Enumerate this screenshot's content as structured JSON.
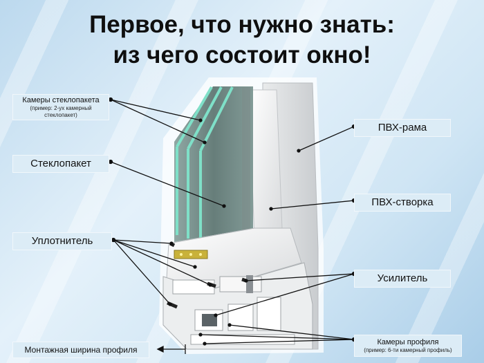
{
  "title": {
    "line1": "Первое, что нужно знать:",
    "line2": "из чего состоит окно!"
  },
  "labels": {
    "chambers_glass": {
      "main": "Камеры стеклопакета",
      "sub1": "(пример: 2-ух камерный",
      "sub2": "стеклопакет)"
    },
    "glass_unit": {
      "main": "Стеклопакет"
    },
    "seal": {
      "main": "Уплотнитель"
    },
    "mount_width": {
      "main": "Монтажная ширина профиля"
    },
    "pvc_frame": {
      "main": "ПВХ-рама"
    },
    "pvc_sash": {
      "main": "ПВХ-створка"
    },
    "reinforcement": {
      "main": "Усилитель"
    },
    "profile_chambers": {
      "main": "Камеры профиля",
      "sub1": "(пример: 6-ти камерный профиль)"
    }
  },
  "colors": {
    "label_bg": "#dcecf6",
    "glass": "#6f8a86",
    "glass_edge": "#7fe0c8",
    "frame": "#f4f5f6",
    "seal": "#2a2a2a",
    "spacer": "#c9b23a"
  }
}
